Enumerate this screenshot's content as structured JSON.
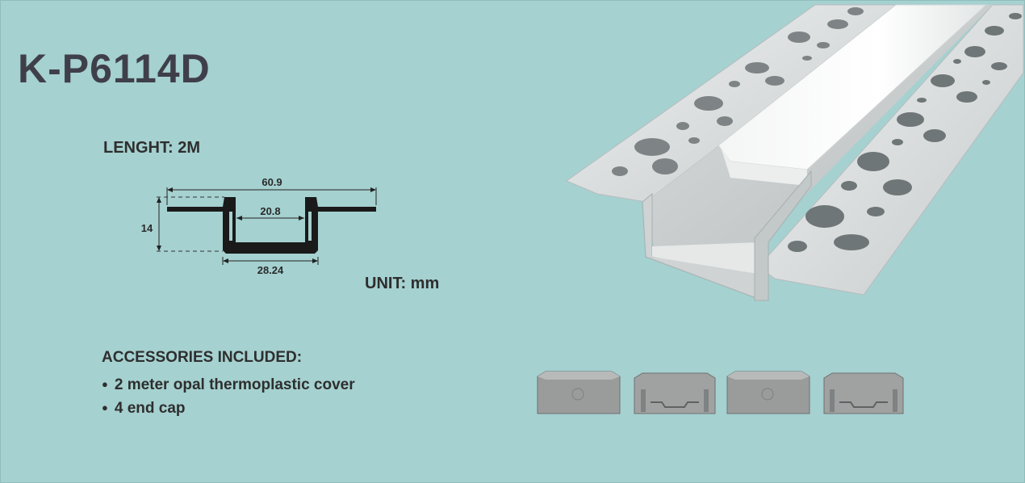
{
  "product": {
    "code": "K-P6114D"
  },
  "specs": {
    "length_label": "LENGHT: 2M",
    "unit_label": "UNIT: mm"
  },
  "drawing": {
    "width_total": "60.9",
    "width_inner": "20.8",
    "width_base": "28.24",
    "height": "14"
  },
  "accessories": {
    "title": "ACCESSORIES INCLUDED:",
    "items": [
      "2 meter opal thermoplastic cover",
      "4 end cap"
    ],
    "bullet": "●"
  },
  "colors": {
    "background": "#a5d1d0",
    "profile_fill": "#1a1a1a",
    "aluminium": "#d9dcdc"
  }
}
